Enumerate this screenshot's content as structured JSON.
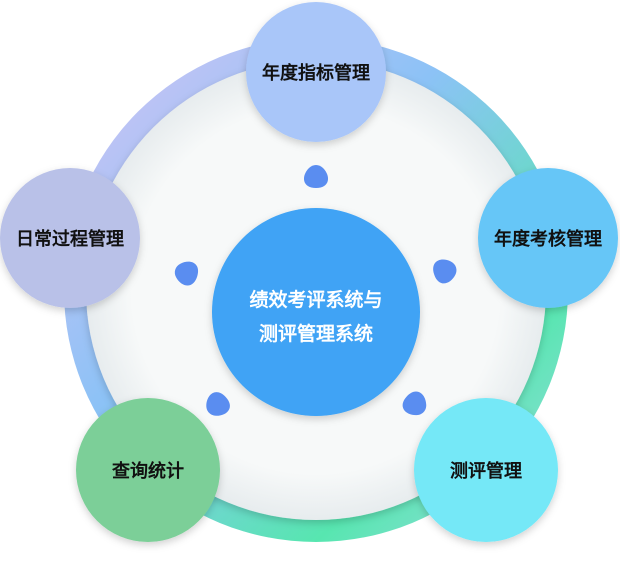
{
  "center": {
    "line1": "绩效考评系统与",
    "line2": "测评管理系统"
  },
  "nodes": [
    {
      "label": "年度指标管理",
      "color": "#a9c6f9"
    },
    {
      "label": "年度考核管理",
      "color": "#66c6f7"
    },
    {
      "label": "测评管理",
      "color": "#74e8f7"
    },
    {
      "label": "查询统计",
      "color": "#7ccf98"
    },
    {
      "label": "日常过程管理",
      "color": "#b9c1e8"
    }
  ],
  "colors": {
    "center_fill": "#3fa3f5",
    "inner_disc": "#f6f8f8",
    "petal": "#5a8df0",
    "ring_top": "#d6c4f4",
    "ring_right": "#8cc2f6",
    "ring_bottom": "#57e6b0",
    "ring_left": "#a2d9e6"
  }
}
